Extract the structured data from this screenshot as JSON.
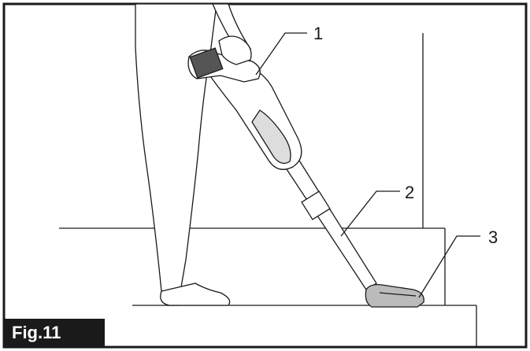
{
  "figure": {
    "label": "Fig.11",
    "callouts": [
      "1",
      "2",
      "3"
    ],
    "colors": {
      "ink": "#1a1a1a",
      "paper": "#ffffff",
      "label_bg": "#1a1a1a"
    }
  }
}
